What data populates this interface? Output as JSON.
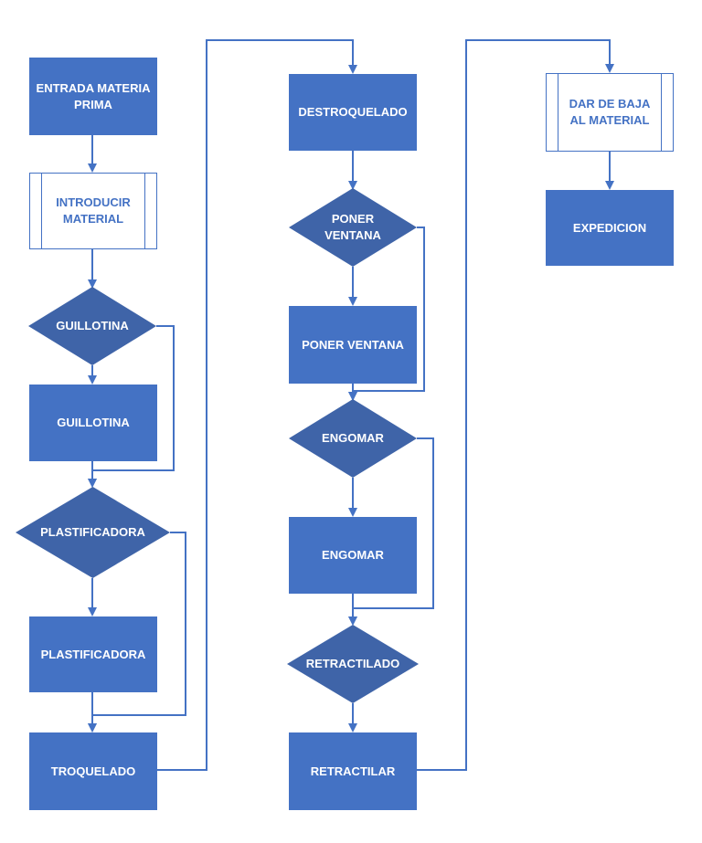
{
  "colors": {
    "shape_fill": "#4472c4",
    "diamond_fill": "#3f64a8",
    "line": "#4472c4"
  },
  "nodes": {
    "entrada": "ENTRADA MATERIA\nPRIMA",
    "introducir": "INTRODUCIR\nMATERIAL",
    "guillotina_decision": "GUILLOTINA",
    "guillotina": "GUILLOTINA",
    "plastificadora_decision": "PLASTIFICADORA",
    "plastificadora": "PLASTIFICADORA",
    "troquelado": "TROQUELADO",
    "destroquelado": "DESTROQUELADO",
    "poner_ventana_decision": "PONER\nVENTANA",
    "poner_ventana": "PONER VENTANA",
    "engomar_decision": "ENGOMAR",
    "engomar": "ENGOMAR",
    "retractilado_decision": "RETRACTILADO",
    "retractilar": "RETRACTILAR",
    "dar_de_baja": "DAR DE BAJA\nAL MATERIAL",
    "expedicion": "EXPEDICION"
  }
}
